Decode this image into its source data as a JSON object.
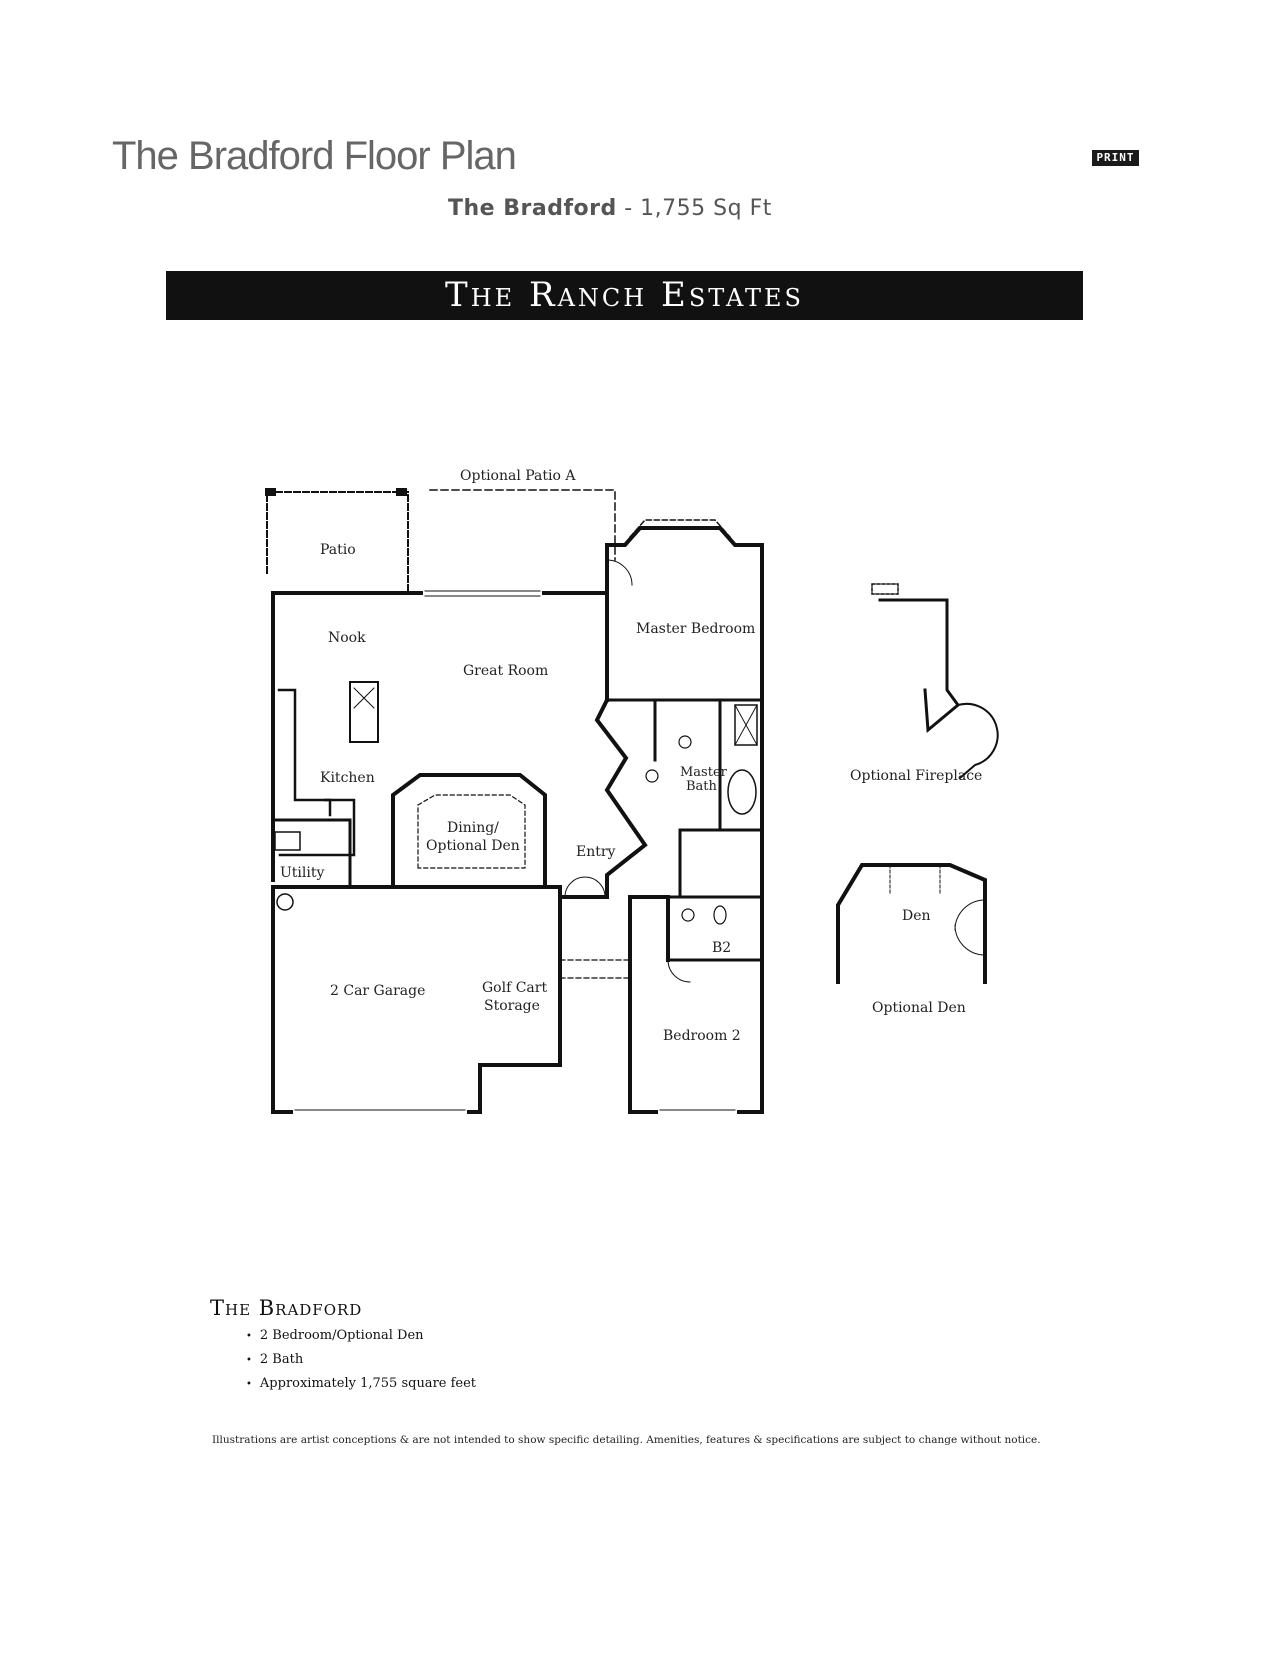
{
  "header": {
    "title": "The Bradford Floor Plan",
    "print_label": "PRINT",
    "subtitle_name": "The Bradford",
    "subtitle_area": " - 1,755 Sq Ft",
    "banner": "The Ranch Estates"
  },
  "floor_plan": {
    "labels": {
      "optional_patio": "Optional Patio A",
      "patio": "Patio",
      "nook": "Nook",
      "great_room": "Great Room",
      "master_bedroom": "Master Bedroom",
      "kitchen": "Kitchen",
      "master_bath_1": "Master",
      "master_bath_2": "Bath",
      "dining_1": "Dining/",
      "dining_2": "Optional Den",
      "entry": "Entry",
      "utility": "Utility",
      "garage": "2 Car Garage",
      "golf_cart_1": "Golf Cart",
      "golf_cart_2": "Storage",
      "b2": "B2",
      "bedroom_2": "Bedroom 2"
    },
    "options": {
      "fireplace": "Optional Fireplace",
      "den": "Den",
      "optional_den": "Optional Den"
    }
  },
  "details": {
    "heading": "The Bradford",
    "features": [
      "2 Bedroom/Optional Den",
      "2 Bath",
      "Approximately 1,755 square feet"
    ],
    "disclaimer": "Illustrations are artist conceptions & are not intended to show specific detailing. Amenities, features & specifications are subject to change without notice."
  }
}
